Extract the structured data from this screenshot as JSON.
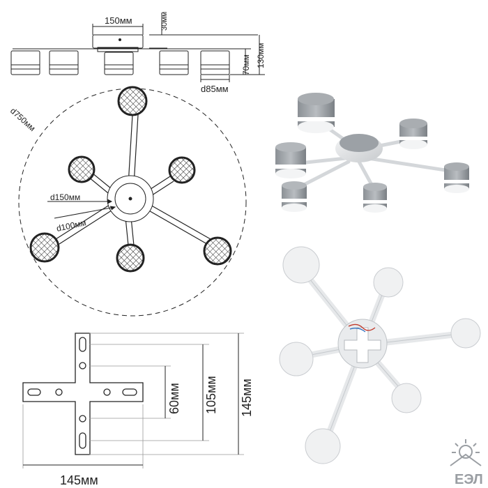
{
  "side_view": {
    "width_top": "150мм",
    "height_top": "30мм",
    "shade_height": "70мм",
    "total_height": "130мм",
    "shade_diameter": "d85мм"
  },
  "plan_view": {
    "overall_diameter": "d750мм",
    "canopy_diameter": "d150мм",
    "inner_diameter": "d100мм"
  },
  "bracket_view": {
    "dim_60": "60мм",
    "dim_105": "105мм",
    "dim_145_v": "145мм",
    "dim_145_h": "145мм"
  },
  "logo": {
    "text": "ЕЭЛ",
    "icon": "sun-house-logo-icon"
  },
  "colors": {
    "line": "#222222",
    "lamp_body": "#c9ccd0",
    "lamp_dark": "#7d8287",
    "glow": "#ffffff"
  }
}
